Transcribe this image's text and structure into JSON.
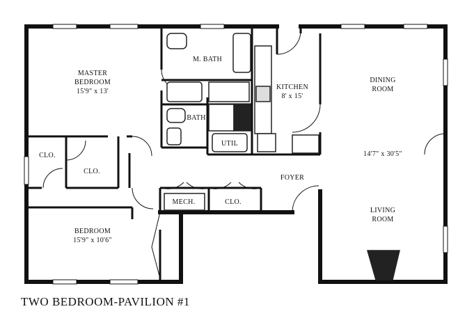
{
  "rooms": {
    "master_bedroom": {
      "name_line1": "MASTER",
      "name_line2": "BEDROOM",
      "size": "15'9\" x 13'"
    },
    "master_bath": {
      "name": "M. BATH"
    },
    "kitchen": {
      "name": "KITCHEN",
      "size": "8' x 15'"
    },
    "dining_room": {
      "name_line1": "DINING",
      "name_line2": "ROOM"
    },
    "bath": {
      "name": "BATH"
    },
    "utility": {
      "name": "UTIL"
    },
    "closet_left": {
      "name": "CLO."
    },
    "closet_middle": {
      "name": "CLO."
    },
    "great_room": {
      "size": "14'7\" x 30'5\""
    },
    "foyer": {
      "name": "FOYER"
    },
    "mechanical": {
      "name": "MECH."
    },
    "closet_hall": {
      "name": "CLO."
    },
    "bedroom": {
      "name": "BEDROOM",
      "size": "15'9\" x 10'6\""
    },
    "living_room": {
      "name_line1": "LIVING",
      "name_line2": "ROOM"
    }
  },
  "caption": "TWO BEDROOM-PAVILION #1",
  "colors": {
    "wall": "#111111",
    "fixture": "#222222",
    "background": "#ffffff"
  }
}
